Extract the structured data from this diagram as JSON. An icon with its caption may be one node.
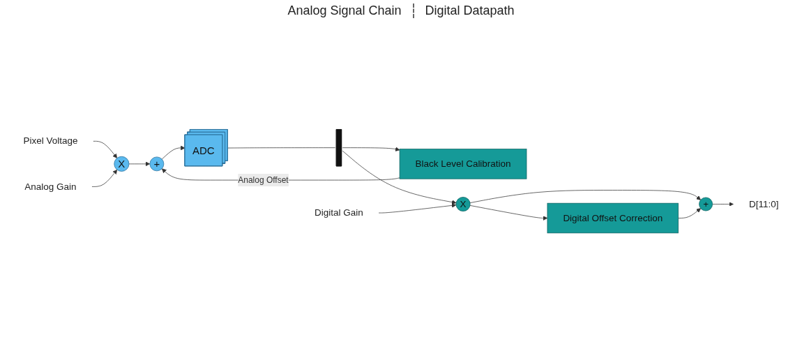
{
  "diagram": {
    "nodes": [
      {
        "text": [
          "Pixel Voltage"
        ]
      },
      {
        "text": [
          "Analog Gain"
        ]
      },
      {
        "text": [
          "X"
        ]
      },
      {
        "text": [
          "+"
        ]
      },
      {
        "text": [
          "ADC"
        ]
      },
      {
        "text": [],
        "shape": "bar"
      },
      {
        "text": [
          "Black Level Calibration"
        ]
      },
      {
        "text": [
          "X"
        ]
      },
      {
        "text": [
          "Digital Gain"
        ]
      },
      {
        "text": [
          "Digital Offset Correction"
        ]
      },
      {
        "text": [
          "+"
        ]
      },
      {
        "text": [
          "D[11:0]"
        ]
      }
    ],
    "edges": [
      {
        "from": 0,
        "to": 2,
        "arrow": "to"
      },
      {
        "from": 1,
        "to": 2,
        "arrow": "to"
      },
      {
        "from": 2,
        "to": 3,
        "arrow": "to"
      },
      {
        "from": 6,
        "to": 3,
        "arrow": "to",
        "label": "Analog Offset"
      },
      {
        "from": 3,
        "to": 4,
        "arrow": "to"
      },
      {
        "from": 4,
        "to": 5,
        "arrow": "none"
      },
      {
        "from": 5,
        "to": 6,
        "arrow": "to"
      },
      {
        "from": 5,
        "to": 7,
        "arrow": "to"
      },
      {
        "from": 8,
        "to": 7,
        "arrow": "to"
      },
      {
        "from": 7,
        "to": 9,
        "arrow": "to"
      },
      {
        "from": 7,
        "to": 10,
        "arrow": "to"
      },
      {
        "from": 9,
        "to": 10,
        "arrow": "to"
      },
      {
        "from": 10,
        "to": 11,
        "arrow": "to"
      }
    ],
    "labels": [
      "Analog Signal Chain",
      "Digital Datapath"
    ]
  }
}
